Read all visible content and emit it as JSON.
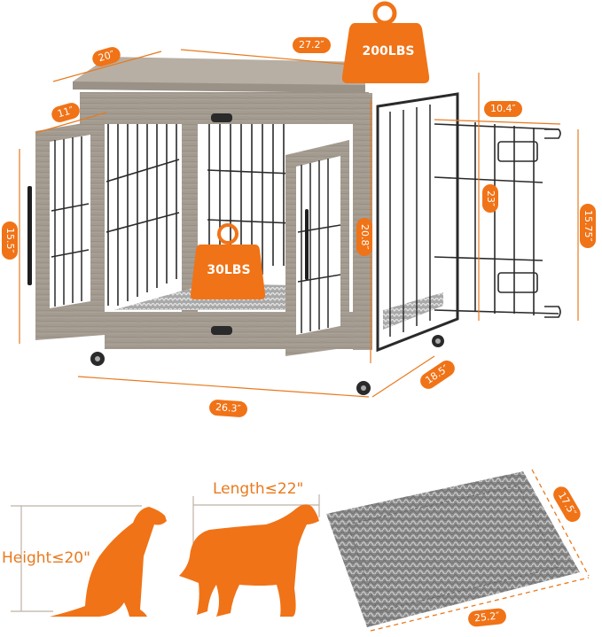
{
  "product": {
    "weight_capacity_top": "200LBS",
    "weight_capacity_floor": "30LBS"
  },
  "dimensions": {
    "top_depth": "20″",
    "top_width": "27.2″",
    "door_depth": "11″",
    "door_height": "15.5″",
    "inner_height": "20.8″",
    "base_width": "26.3″",
    "base_depth": "18.5″",
    "side_door_width": "10.4″",
    "overall_height": "23″",
    "side_door_height": "15.75″"
  },
  "dog_fit": {
    "height_limit": "Height≤20\"",
    "length_limit": "Length≤22\""
  },
  "mat": {
    "width": "25.2″",
    "depth": "17.5″"
  },
  "colors": {
    "accent": "#f07317",
    "dog_silhouette": "#e87a1e",
    "wood": "#9c948a",
    "wire": "#2b2b2b",
    "mat": "#8e8e8e"
  }
}
